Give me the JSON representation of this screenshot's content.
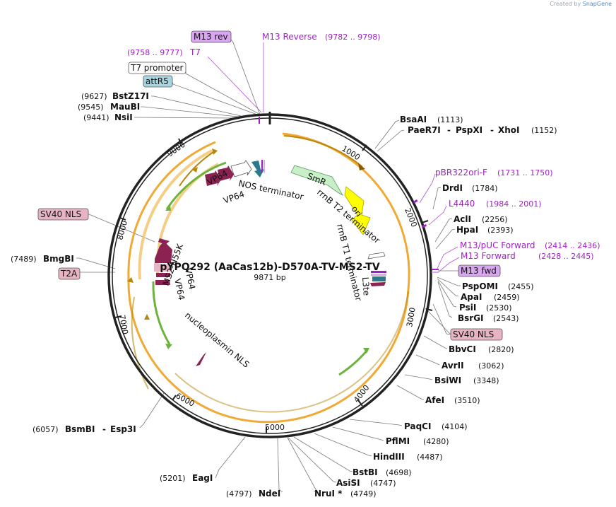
{
  "credit": {
    "created_by": "Created by",
    "app": "SnapGene"
  },
  "plasmid": {
    "name": "pYPQ292 (AaCas12b)-D570A-TV-MS2-TV",
    "length_label": "9871 bp"
  },
  "ticks": [
    "1000",
    "2000",
    "3000",
    "4000",
    "5000",
    "6000",
    "7000",
    "8000",
    "9000"
  ],
  "sites_right": [
    {
      "name": "BsaAI",
      "pos": "(1113)"
    },
    {
      "name": "PaeR7I",
      "extra": [
        "PspXI",
        "XhoI"
      ],
      "pos": "(1152)"
    },
    {
      "name": "DrdI",
      "pos": "(1784)"
    },
    {
      "name": "AclI",
      "pos": "(2256)"
    },
    {
      "name": "HpaI",
      "pos": "(2393)"
    },
    {
      "name": "PspOMI",
      "pos": "(2455)"
    },
    {
      "name": "ApaI",
      "pos": "(2459)"
    },
    {
      "name": "PsiI",
      "pos": "(2530)"
    },
    {
      "name": "BsrGI",
      "pos": "(2543)"
    },
    {
      "name": "BbvCI",
      "pos": "(2820)"
    },
    {
      "name": "AvrII",
      "pos": "(3062)"
    },
    {
      "name": "BsiWI",
      "pos": "(3348)"
    },
    {
      "name": "AfeI",
      "pos": "(3510)"
    },
    {
      "name": "PaqCI",
      "pos": "(4104)"
    },
    {
      "name": "PflMI",
      "pos": "(4280)"
    },
    {
      "name": "HindIII",
      "pos": "(4487)"
    },
    {
      "name": "BstBI",
      "pos": "(4698)"
    },
    {
      "name": "AsiSI",
      "pos": "(4747)"
    },
    {
      "name": "NruI *",
      "pos": "(4749)"
    }
  ],
  "sites_left": [
    {
      "name": "BstZ17I",
      "pos": "(9627)"
    },
    {
      "name": "MauBI",
      "pos": "(9545)"
    },
    {
      "name": "NsiI",
      "pos": "(9441)"
    },
    {
      "name": "BmgBI",
      "pos": "(7489)"
    },
    {
      "name": "BsmBI",
      "extra": [
        "Esp3I"
      ],
      "pos": "(6057)"
    },
    {
      "name": "EagI",
      "pos": "(5201)"
    },
    {
      "name": "NdeI",
      "pos": "(4797)"
    }
  ],
  "primers": [
    {
      "name": "M13 Reverse",
      "pos": "(9782 .. 9798)"
    },
    {
      "name": "T7",
      "pos": "(9758 .. 9777)"
    },
    {
      "name": "pBR322ori-F",
      "pos": "(1731 .. 1750)"
    },
    {
      "name": "L4440",
      "pos": "(1984 .. 2001)"
    },
    {
      "name": "M13/pUC Forward",
      "pos": "(2414 .. 2436)"
    },
    {
      "name": "M13 Forward",
      "pos": "(2428 .. 2445)"
    }
  ],
  "boxed_labels": [
    {
      "text": "M13 rev",
      "color": "#d9a6f0"
    },
    {
      "text": "T7 promoter",
      "color": "#ffffff"
    },
    {
      "text": "attR5",
      "color": "#a6d4e0"
    },
    {
      "text": "SV40 NLS",
      "color": "#e8b4c4"
    },
    {
      "text": "T2A",
      "color": "#e8b4c4"
    },
    {
      "text": "M13 fwd",
      "color": "#d9a6f0"
    },
    {
      "text": "SV40 NLS",
      "color": "#e8b4c4"
    }
  ],
  "features": {
    "nos_terminator": "NOS terminator",
    "vp64_a": "VP64",
    "vp64_b": "VP64",
    "smr": "SmR",
    "ori": "ori",
    "rrnb_t2": "rrnB T2 terminator",
    "rrnb_t1": "rrnB T1 terminator",
    "l3te": "L3te",
    "ms2": "MS2-N55K",
    "vp64_c": "VP64",
    "vp64_d": "VP64",
    "nucleoplasmin": "nucleoplasmin NLS"
  },
  "colors": {
    "backbone": "#222222",
    "orf": "#f0a020",
    "green_arrow": "#6cb33e",
    "primer": "#a020c8",
    "maroon": "#8b2252",
    "teal": "#2a7a8c",
    "smr": "#c8f0c8",
    "ori": "#ffff00"
  }
}
